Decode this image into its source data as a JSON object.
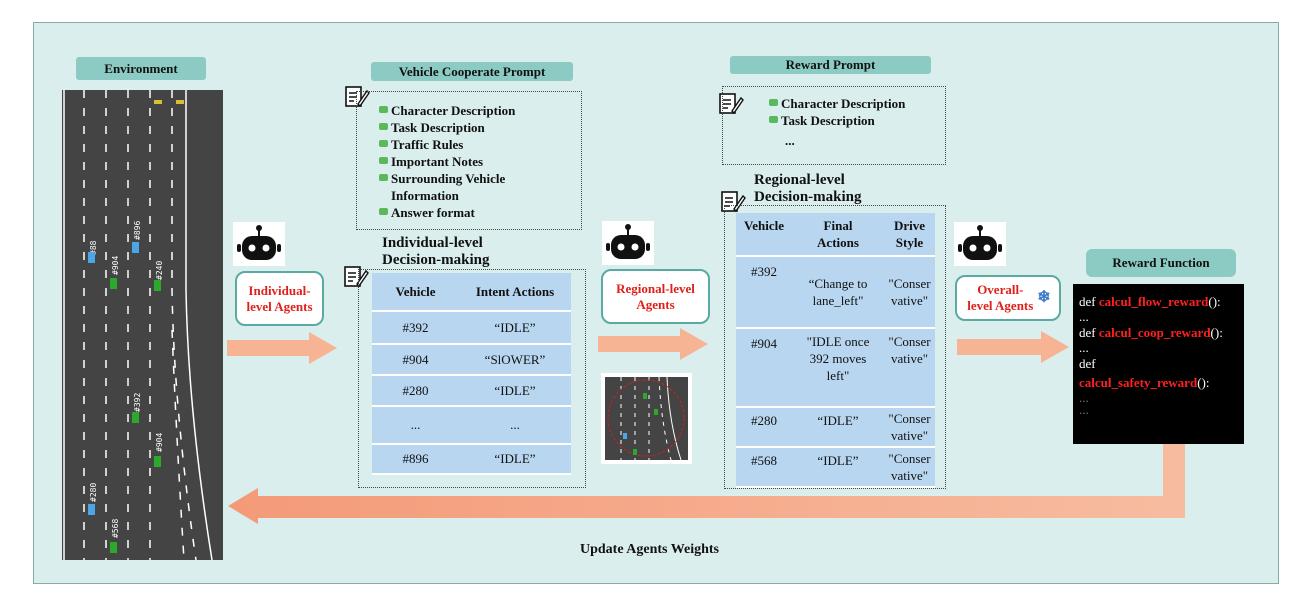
{
  "environment": {
    "title": "Environment",
    "vehicle_labels": [
      "#88",
      "#904",
      "#896",
      "#240",
      "#392",
      "#904",
      "#280",
      "#568"
    ]
  },
  "vehicle_prompt": {
    "title": "Vehicle Cooperate Prompt",
    "items": [
      "Character Description",
      "Task Description",
      "Traffic Rules",
      "Important Notes",
      "Surrounding Vehicle Information",
      "Answer format"
    ]
  },
  "individual": {
    "agent_label": "Individual-level Agents",
    "section_title": "Individual-level Decision-making",
    "headers": [
      "Vehicle",
      "Intent Actions"
    ],
    "rows": [
      [
        "#392",
        "“IDLE”"
      ],
      [
        "#904",
        "“SlOWER”"
      ],
      [
        "#280",
        "“IDLE”"
      ],
      [
        "...",
        "..."
      ],
      [
        "#896",
        "“IDLE”"
      ]
    ]
  },
  "regional": {
    "agent_label": "Regional-level Agents",
    "section_title": "Regional-level Decision-making",
    "headers": [
      "Vehicle",
      "Final Actions",
      "Drive Style"
    ],
    "rows": [
      [
        "#392",
        "“Change to lane_left\"",
        "\"Conservative\""
      ],
      [
        "#904",
        "\"IDLE once 392 moves left\"",
        "\"Conservative\""
      ],
      [
        "#280",
        "“IDLE”",
        "\"Conservative\""
      ],
      [
        "#568",
        "“IDLE”",
        "\"Conservative\""
      ]
    ]
  },
  "reward_prompt": {
    "title": "Reward Prompt",
    "items": [
      "Character Description",
      "Task Description"
    ],
    "more": "..."
  },
  "overall": {
    "agent_label": "Overall-level Agents",
    "freeze_icon": "snowflake-icon"
  },
  "reward_function": {
    "title": "Reward Function",
    "lines": [
      {
        "prefix": "def ",
        "fn": "calcul_flow_reward",
        "suffix": "():"
      },
      {
        "prefix": "...",
        "fn": "",
        "suffix": ""
      },
      {
        "prefix": "def ",
        "fn": "calcul_coop_reward",
        "suffix": "():"
      },
      {
        "prefix": "...",
        "fn": "",
        "suffix": ""
      },
      {
        "prefix": "def",
        "fn": "",
        "suffix": ""
      },
      {
        "prefix": "",
        "fn": "calcul_safety_reward",
        "suffix": "():"
      },
      {
        "prefix": "...",
        "fn": "",
        "suffix": "",
        "dim": true
      },
      {
        "prefix": "...",
        "fn": "",
        "suffix": "",
        "dim": true
      }
    ]
  },
  "feedback_label": "Update Agents Weights",
  "colors": {
    "arrow": "#f6b494",
    "header": "#8ccbc4",
    "table": "#b8d6f0",
    "agent_text": "#e0201c"
  }
}
